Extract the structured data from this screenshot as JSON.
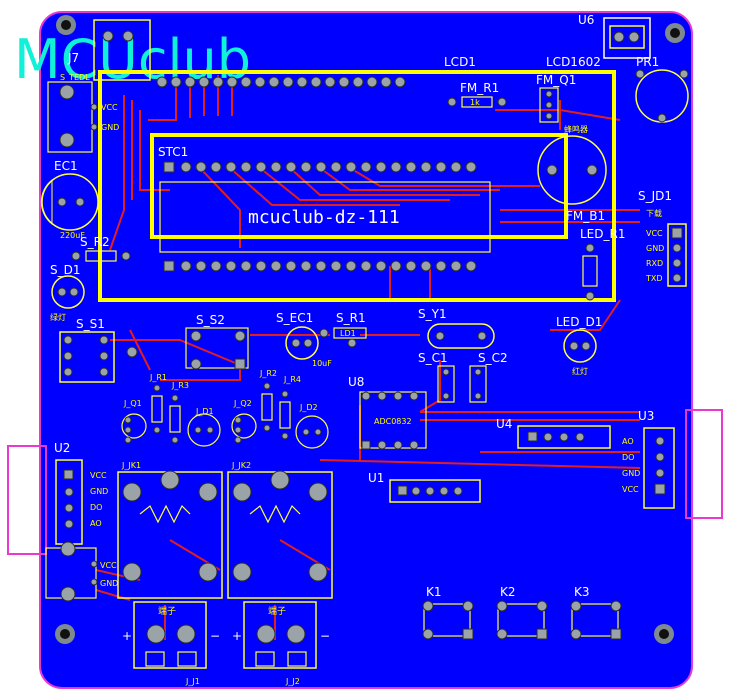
{
  "logo": "MCUclub",
  "board_text": "mcuclub-dz-111",
  "refs": {
    "U6": "U6",
    "J7": "J7",
    "LCD1": "LCD1",
    "LCD1602": "LCD1602",
    "FM_R1": "FM_R1",
    "FM_Q1": "FM_Q1",
    "PR1": "PR1",
    "EC1": "EC1",
    "STC1": "STC1",
    "S_JD1": "S_JD1",
    "FM_B1": "FM_B1",
    "LED_R1": "LED_R1",
    "S_R2": "S_R2",
    "S_D1": "S_D1",
    "S_S1": "S_S1",
    "S_S2": "S_S2",
    "S_EC1": "S_EC1",
    "S_R1": "S_R1",
    "S_Y1": "S_Y1",
    "LED_D1": "LED_D1",
    "S_C1": "S_C1",
    "S_C2": "S_C2",
    "U8": "U8",
    "U4": "U4",
    "U3": "U3",
    "U2": "U2",
    "U1": "U1",
    "K1": "K1",
    "K2": "K2",
    "K3": "K3"
  },
  "silk": {
    "s_tedl": "S_TEDL",
    "vcc": "VCC",
    "gnd": "GND",
    "ec1_val": "220uF",
    "fm_b1_text": "蜂鸣器",
    "download": "下载",
    "jd_vcc": "VCC",
    "jd_gnd": "GND",
    "jd_rxd": "RXD",
    "jd_txd": "TXD",
    "s_d1_text": "绿灯",
    "led_text": "红灯",
    "ec_val": "10uF",
    "u8_text": "ADC0832",
    "terminal1": "端子",
    "terminal2": "端子",
    "j_j1": "J_J1",
    "j_j2": "J_J2",
    "u3_ac1": "AO",
    "u3_do": "DO",
    "u3_gnd": "GND",
    "u3_vcc": "VCC",
    "u2_vcc": "VCC",
    "u2_gnd": "GND",
    "u2_do": "DO",
    "u2_ao": "AO",
    "plus": "+",
    "minus": "−",
    "j_jk1": "J_JK1",
    "j_jk2": "J_JK2",
    "j_q1": "J_Q1",
    "j_q2": "J_Q2",
    "j_r1": "J_R1",
    "j_r2": "J_R2",
    "j_r3": "J_R3",
    "j_r4": "J_R4",
    "j_d1": "J_D1",
    "j_d2": "J_D2",
    "ldr_r": "1k",
    "ldr1": "LD1"
  },
  "colors": {
    "board": "#0000ff",
    "silk": "#ffff00",
    "trace": "#e21e1e",
    "outline": "#e83ad0",
    "logo": "#11f0d8"
  }
}
